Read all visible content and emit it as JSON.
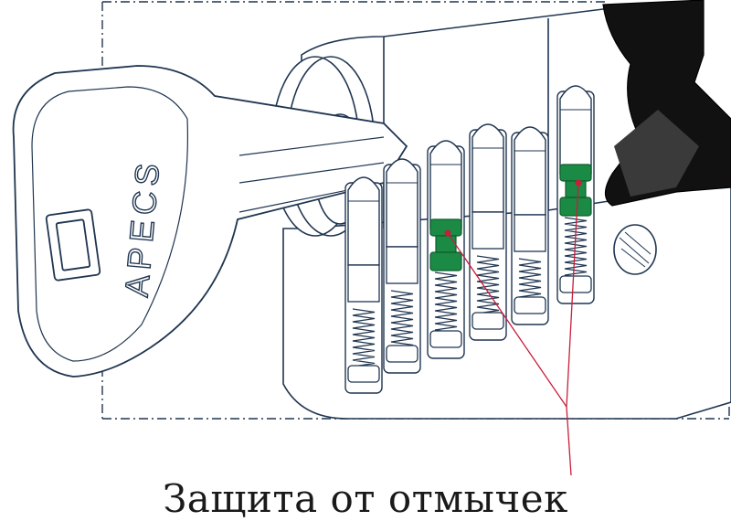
{
  "key": {
    "brand": "APECS"
  },
  "caption": "Защита от отмычек",
  "colors": {
    "line": "#1f3550",
    "fill": "#ffffff",
    "anti_pick_pin": "#1b8a45",
    "anti_pick_pin_dark": "#0d5e2c",
    "callout": "#c81e3c",
    "cam": "#111111"
  },
  "pins": {
    "count": 6,
    "anti_pick_indices": [
      2,
      5
    ]
  }
}
